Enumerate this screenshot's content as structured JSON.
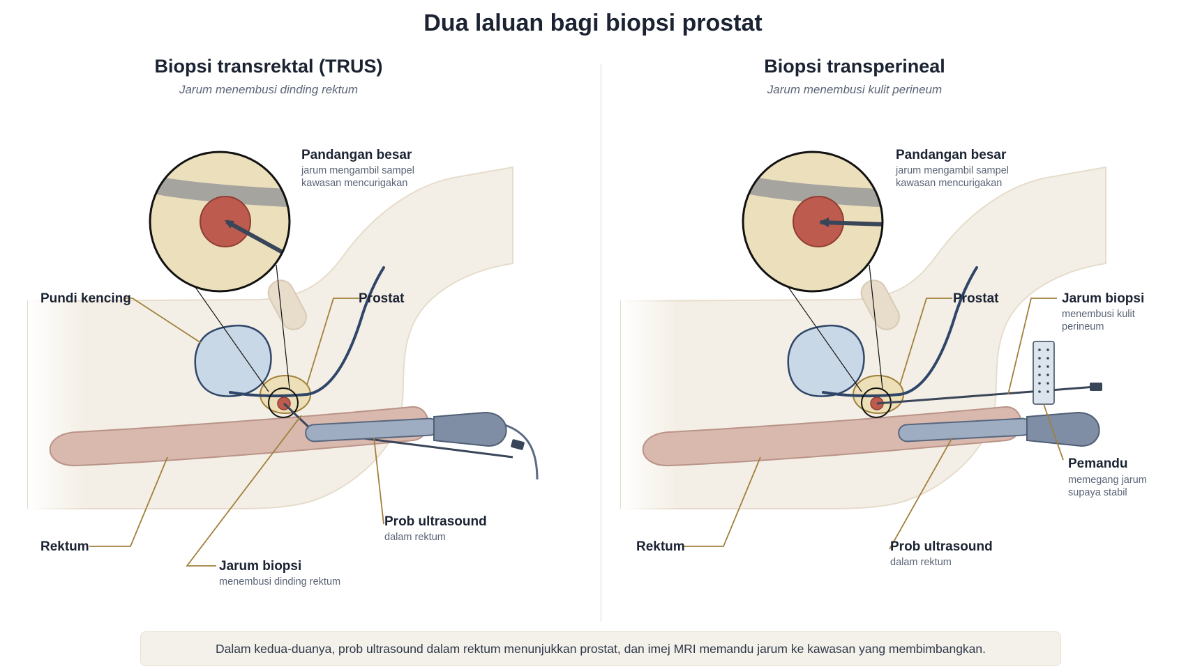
{
  "title": "Dua laluan bagi biopsi prostat",
  "panels": {
    "left": {
      "title": "Biopsi transrektal (TRUS)",
      "subtitle": "Jarum menembusi dinding rektum",
      "callout_title": "Pandangan besar",
      "callout_text": [
        "jarum mengambil sampel",
        "kawasan mencurigakan"
      ],
      "labels": {
        "bladder": "Pundi kencing",
        "prostate": "Prostat",
        "rectum": "Rektum",
        "probe": "Prob ultrasound",
        "probe_sub": "dalam rektum",
        "needle": "Jarum biopsi",
        "needle_sub": "menembusi dinding rektum"
      }
    },
    "right": {
      "title": "Biopsi transperineal",
      "subtitle": "Jarum menembusi kulit perineum",
      "callout_title": "Pandangan besar",
      "callout_text": [
        "jarum mengambil sampel",
        "kawasan mencurigakan"
      ],
      "labels": {
        "prostate": "Prostat",
        "needle": "Jarum biopsi",
        "needle_sub": [
          "menembusi kulit",
          "perineum"
        ],
        "guide": "Pemandu",
        "guide_sub": [
          "memegang jarum",
          "supaya stabil"
        ],
        "rectum": "Rektum",
        "probe": "Prob ultrasound",
        "probe_sub": "dalam rektum"
      }
    }
  },
  "footer": "Dalam kedua-duanya, prob ultrasound dalam rektum menunjukkan prostat, dan imej MRI memandu jarum ke kawasan yang membimbangkan.",
  "colors": {
    "body": "#f4efe6",
    "bladder": "#c9d8e6",
    "prostate": "#eddfb8",
    "lesion": "#bc5b4e",
    "rectum": "#d9b8ae",
    "probe": "#7f8ea5",
    "needle": "#394558",
    "leader": "#a0803a",
    "urethra": "#2f4668"
  }
}
